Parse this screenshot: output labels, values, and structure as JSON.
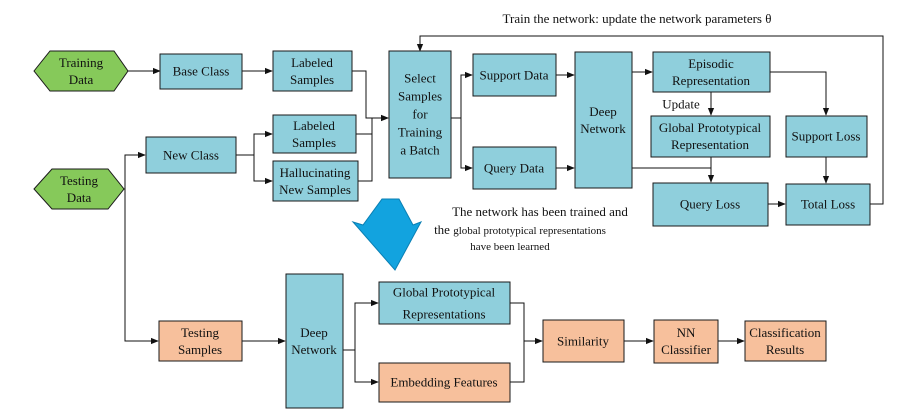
{
  "top_caption": "Train the network: update the network parameters θ",
  "nodes": {
    "training_data": [
      "Training",
      "Data"
    ],
    "testing_data": [
      "Testing",
      "Data"
    ],
    "base_class": [
      "Base Class"
    ],
    "labeled_samples_1": [
      "Labeled",
      "Samples"
    ],
    "new_class": [
      "New Class"
    ],
    "labeled_samples_2": [
      "Labeled",
      "Samples"
    ],
    "hallucinating": [
      "Hallucinating",
      "New Samples"
    ],
    "select_samples": [
      "Select",
      "Samples",
      "for",
      "Training",
      "a Batch"
    ],
    "support_data": [
      "Support Data"
    ],
    "query_data": [
      "Query Data"
    ],
    "deep_network_top": [
      "Deep",
      "Network"
    ],
    "episodic": [
      "Episodic",
      "Representation"
    ],
    "update": [
      "Update"
    ],
    "global_proto_top": [
      "Global Prototypical",
      "Representation"
    ],
    "support_loss": [
      "Support Loss"
    ],
    "query_loss": [
      "Query Loss"
    ],
    "total_loss": [
      "Total Loss"
    ],
    "trained_note": [
      "The network has been trained and",
      "the global prototypical  representations",
      "have been learned"
    ],
    "testing_samples": [
      "Testing",
      "Samples"
    ],
    "deep_network_bottom": [
      "Deep",
      "Network"
    ],
    "global_proto_bottom": [
      "Global Prototypical",
      "Representations"
    ],
    "embedding": [
      "Embedding Features"
    ],
    "similarity": [
      "Similarity"
    ],
    "nn_classifier": [
      "NN",
      "Classifier"
    ],
    "classification": [
      "Classification",
      "Results"
    ]
  },
  "colors": {
    "process": "#8fcfdc",
    "test": "#f7c09c",
    "data": "#86c95a",
    "down_arrow": "#12a3df"
  }
}
